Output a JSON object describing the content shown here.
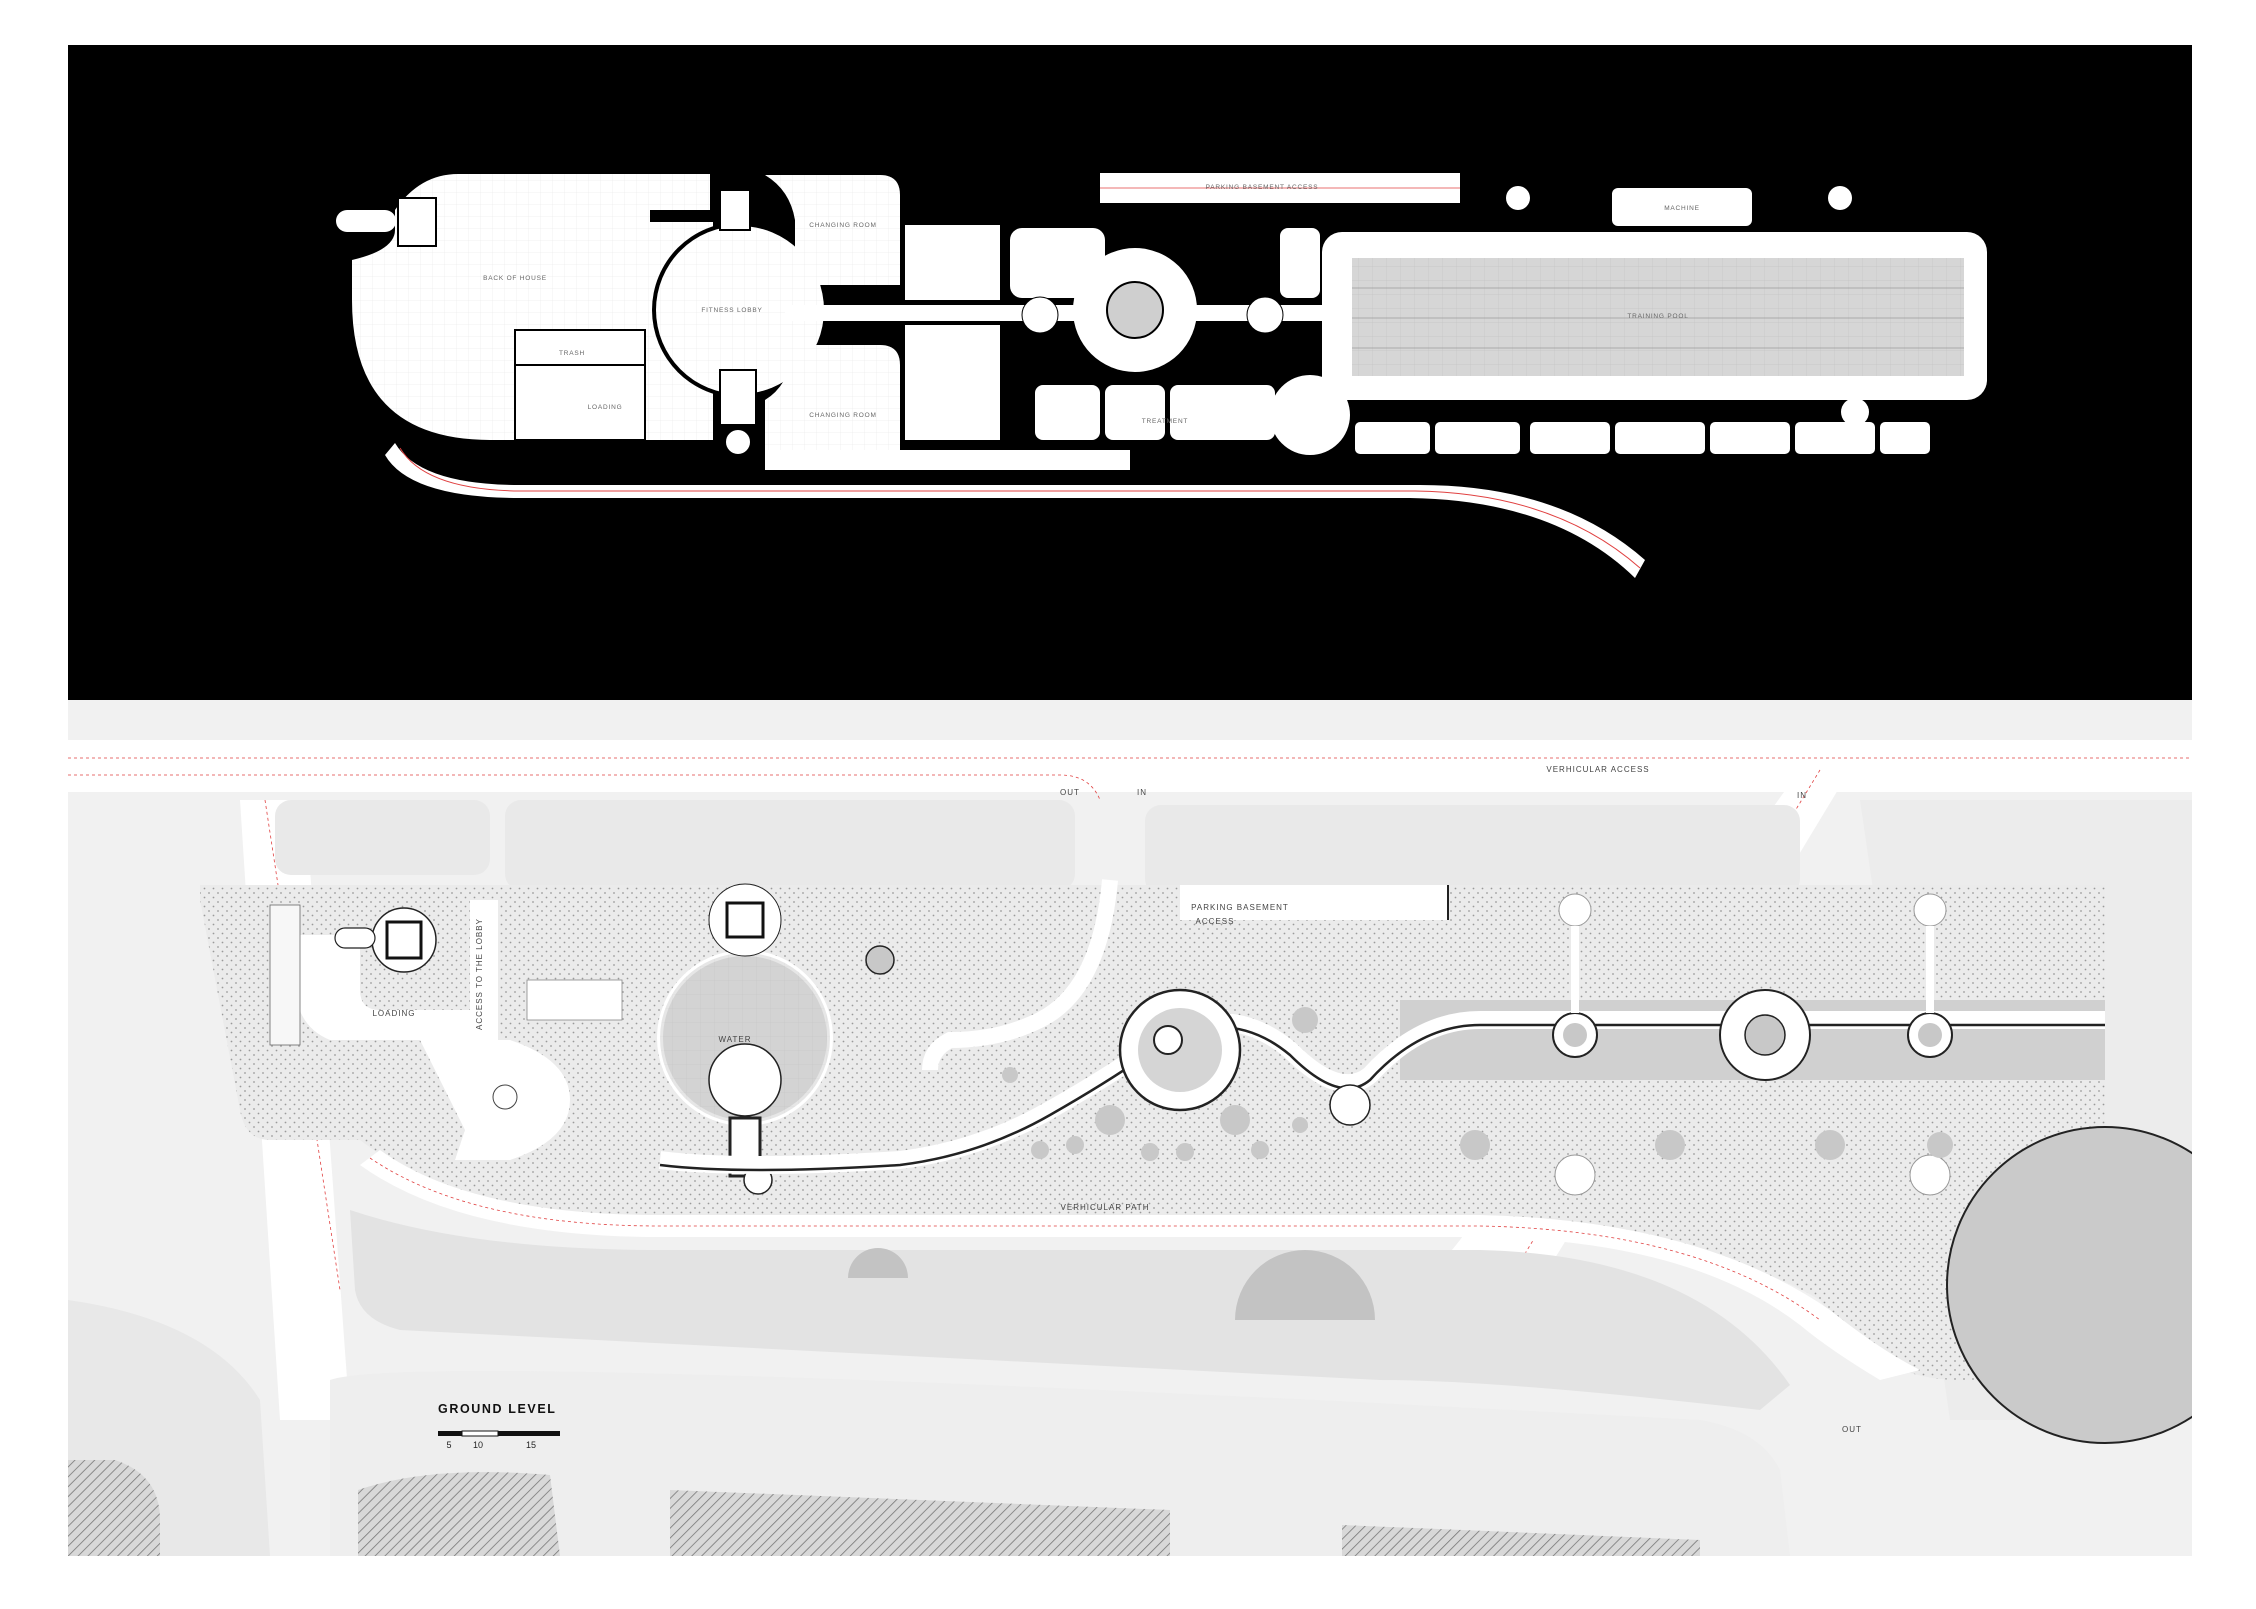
{
  "basement_plan": {
    "labels": {
      "back_of_house": "BACK OF HOUSE",
      "trash": "TRASH",
      "loading": "LOADING",
      "fitness_lobby": "FITNESS LOBBY",
      "changing_room_top": "CHANGING ROOM",
      "changing_room_bottom": "CHANGING ROOM",
      "treatment": "TREATMENT",
      "parking_basement_access": "PARKING BASEMENT ACCESS",
      "machine": "MACHINE",
      "training_pool": "TRAINING POOL"
    }
  },
  "ground_plan": {
    "labels": {
      "loading": "LOADING",
      "access_to_lobby": "ACCESS TO THE LOBBY",
      "water": "WATER",
      "parking_basement_access_line1": "PARKING BASEMENT",
      "parking_basement_access_line2": "ACCESS",
      "verhicular_access": "VERHICULAR ACCESS",
      "verhicular_path": "VERHICULAR PATH",
      "out_top": "OUT",
      "in_top": "IN",
      "in_right": "IN",
      "out_bottom": "OUT"
    },
    "title": "GROUND LEVEL",
    "scale_bar": {
      "ticks": [
        "5",
        "10",
        "15"
      ]
    }
  },
  "colors": {
    "basement_bg": "#000000",
    "room_fill": "#ffffff",
    "pool_fill": "#d9d9d9",
    "ground_bg": "#f1f1f1",
    "road_fill": "#ffffff",
    "dot_area": "#e9e9e9",
    "grey_fill": "#c8c8c8",
    "red_line": "#e04040",
    "wall_dark": "#222222"
  }
}
